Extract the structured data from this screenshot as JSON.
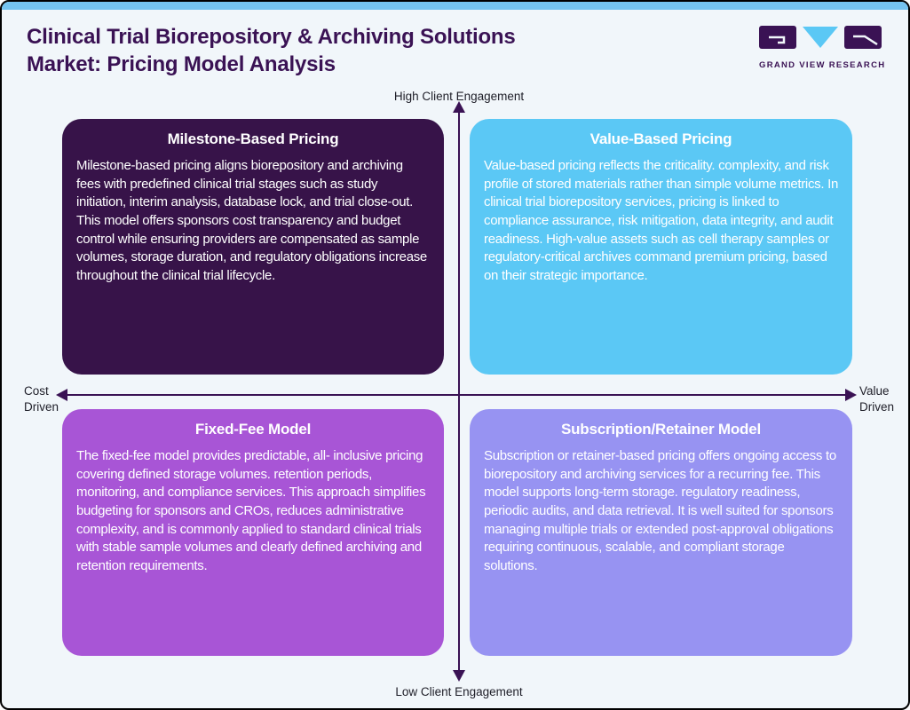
{
  "header": {
    "title_lines": [
      "Clinical Trial Biorepository & Archiving Solutions",
      "Market: Pricing Model Analysis"
    ],
    "logo_text": "GRAND VIEW RESEARCH"
  },
  "axes": {
    "top": "High Client Engagement",
    "bottom": "Low Client Engagement",
    "left": "Cost Driven",
    "right": "Value Driven"
  },
  "quadrants": {
    "top_left": {
      "title": "Milestone-Based Pricing",
      "body": "Milestone-based pricing aligns biorepository and archiving fees with predefined clinical trial stages such as study initiation, interim analysis, database lock, and trial close-out. This model offers sponsors cost transparency and budget control while ensuring providers are compensated as sample volumes, storage duration, and regulatory obligations increase throughout the clinical trial lifecycle.",
      "color": "#371349"
    },
    "top_right": {
      "title": "Value-Based Pricing",
      "body": "Value-based pricing reflects the criticality. complexity, and risk profile of stored materials rather than simple volume metrics. In clinical trial biorepository services, pricing is linked to compliance assurance, risk mitigation, data integrity, and audit readiness. High-value assets such as cell therapy samples or regulatory-critical archives command premium pricing, based on their strategic importance.",
      "color": "#5BC8F5"
    },
    "bottom_left": {
      "title": "Fixed-Fee Model",
      "body": "The fixed-fee model provides predictable, all- inclusive pricing covering defined storage volumes. retention periods, monitoring, and compliance services. This approach simplifies budgeting for sponsors and CROs, reduces administrative complexity, and is commonly applied to standard clinical trials with stable sample volumes and clearly defined archiving and retention requirements.",
      "color": "#A855D6"
    },
    "bottom_right": {
      "title": "Subscription/Retainer Model",
      "body": "Subscription or retainer-based pricing offers ongoing access to biorepository and archiving services for a recurring fee. This model supports long-term storage. regulatory readiness, periodic audits, and data retrieval. It is well suited for sponsors managing multiple trials or extended post-approval obligations requiring continuous, scalable, and compliant storage solutions.",
      "color": "#9793F2"
    }
  },
  "colors": {
    "accent_bar": "#74C4F1",
    "title_text": "#3A1254",
    "axis_line": "#3A1254",
    "logo_triangle": "#5BC8F5",
    "quadrant_text": "#FFFFFF",
    "frame_background": "#F1F6FA"
  }
}
